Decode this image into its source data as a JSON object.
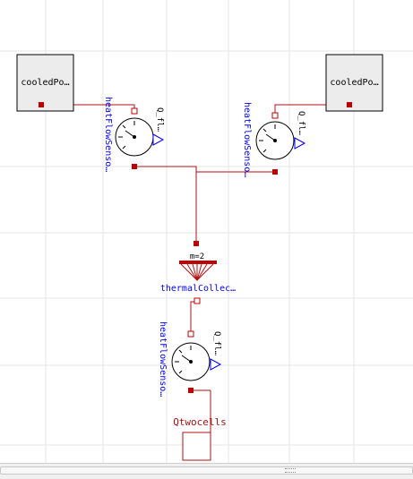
{
  "diagram": {
    "components": {
      "cooled_left": {
        "label": "cooledPo…"
      },
      "cooled_right": {
        "label": "cooledPo…"
      },
      "sensor_left": {
        "label": "heatFlowSenso…",
        "output": "Q_fl…"
      },
      "sensor_right": {
        "label": "heatFlowSenso…",
        "output": "Q_fl…"
      },
      "collector": {
        "label": "thermalCollec…",
        "param": "m=2"
      },
      "sensor_bottom": {
        "label": "heatFlowSenso…",
        "output": "Q_fl…"
      },
      "qtwocells": {
        "label": "Qtwocells"
      }
    }
  },
  "colors": {
    "wire": "#b01010",
    "port": "#c00000",
    "component_label": "#0000ff",
    "grid": "#e6e6e6"
  }
}
